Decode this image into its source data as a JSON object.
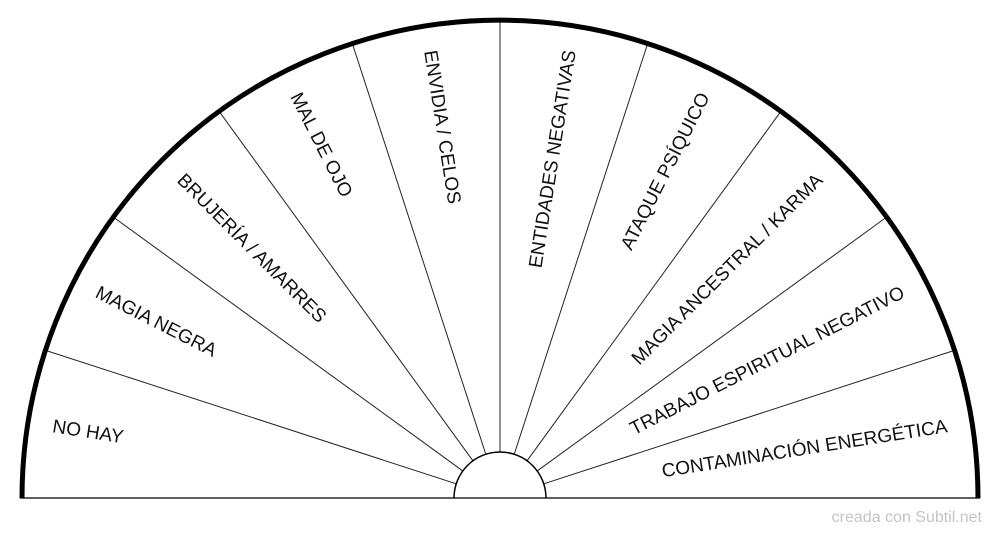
{
  "diagram": {
    "sectors": [
      "NO HAY",
      "MAGIA NEGRA",
      "BRUJERÍA / AMARRES",
      "MAL DE OJO",
      "ENVIDIA / CELOS",
      "ENTIDADES NEGATIVAS",
      "ATAQUE PSÍQUICO",
      "MAGIA ANCESTRAL / KARMA",
      "TRABAJO ESPIRITUAL NEGATIVO",
      "CONTAMINACIÓN ENERGÉTICA"
    ]
  },
  "footer": {
    "credit": "creada con Subtil.net"
  },
  "colors": {
    "outline": "#000000",
    "divider": "#222222",
    "label": "#111111",
    "credit": "#c4c4c4",
    "background": "#ffffff"
  }
}
